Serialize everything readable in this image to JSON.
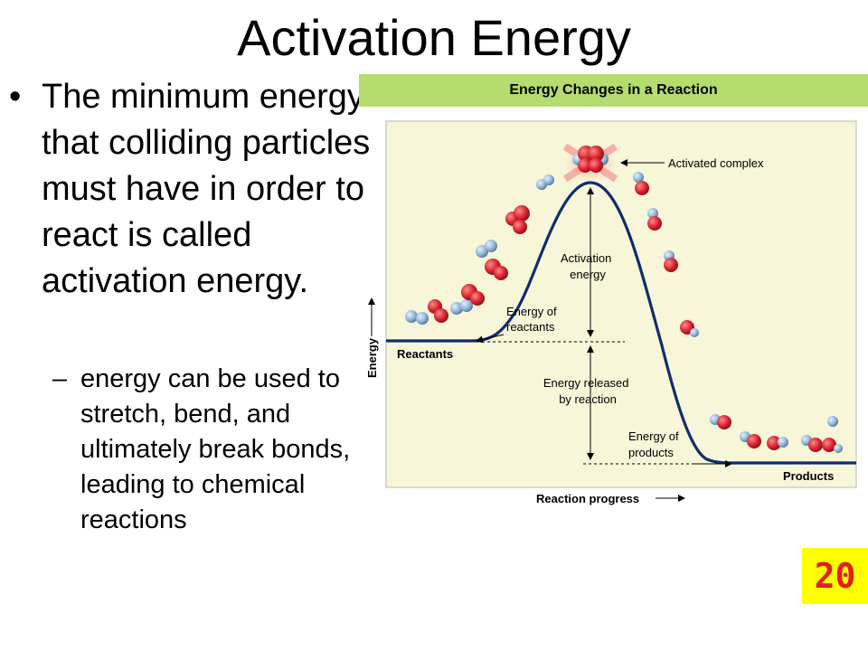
{
  "slide": {
    "title": "Activation Energy",
    "bullet_marker": "•",
    "bullet": "The minimum energy that colliding particles must have in order to react is called activation energy.",
    "sub_marker": "–",
    "sub_bullet": "energy can be used to stretch, bend, and ultimately break bonds, leading to chemical reactions",
    "page_number": "20"
  },
  "figure": {
    "title": "Energy Changes in a Reaction",
    "y_axis_label": "Energy",
    "x_axis_label": "Reaction progress",
    "labels": {
      "reactants": "Reactants",
      "products": "Products",
      "activated_complex": "Activated complex",
      "activation_energy": [
        "Activation",
        "energy"
      ],
      "energy_of_reactants": [
        "Energy of",
        "reactants"
      ],
      "energy_released": [
        "Energy released",
        "by reaction"
      ],
      "energy_of_products": [
        "Energy of",
        "products"
      ]
    },
    "colors": {
      "header": "#b5dc6e",
      "plot_background": "#f8f6d8",
      "curve": "#0f2d6e",
      "red_atom": "#d9222d",
      "blue_atom": "#8fb6d9"
    }
  }
}
